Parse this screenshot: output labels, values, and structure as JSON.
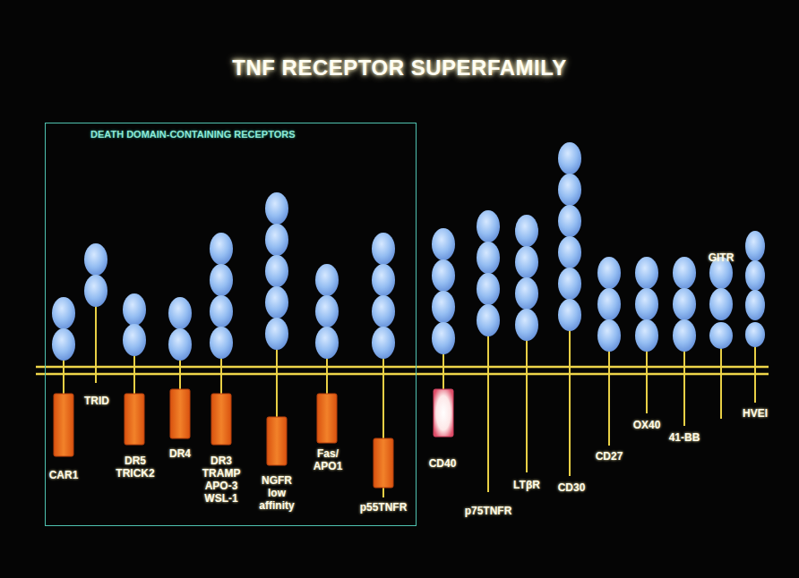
{
  "diagram": {
    "title": "TNF RECEPTOR SUPERFAMILY",
    "nodes": [
      {
        "text": [
          "DEATH DOMAIN-CONTAINING RECEPTORS"
        ]
      }
    ],
    "labels": [
      "CAR1",
      "TRID",
      "DR5 TRICK2",
      "DR4",
      "DR3 TRAMP APO-3 WSL-1",
      "NGFR low affinity",
      "Fas/ APO1",
      "p55TNFR",
      "CD40",
      "p75TNFR",
      "LTβR",
      "CD30",
      "CD27",
      "OX40",
      "41-BB",
      "GITR",
      "HVEI"
    ]
  }
}
